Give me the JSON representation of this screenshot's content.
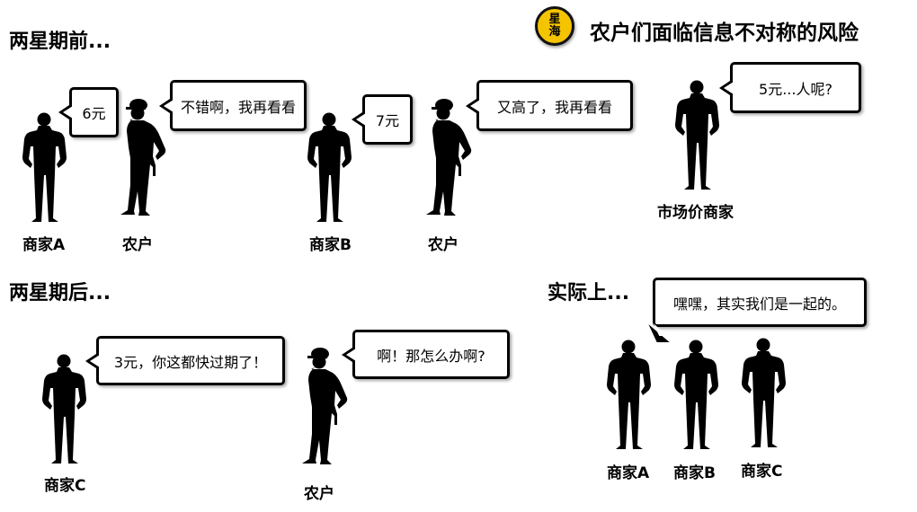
{
  "header": {
    "logo_text": "星海",
    "title": "农户们面临信息不对称的风险"
  },
  "sections": {
    "before": "两星期前...",
    "after": "两星期后...",
    "actually": "实际上..."
  },
  "labels": {
    "merchant_a": "商家A",
    "merchant_b": "商家B",
    "merchant_c": "商家C",
    "farmer": "农户",
    "market_merchant": "市场价商家"
  },
  "bubbles": {
    "a_price": "6元",
    "farmer_reply1": "不错啊，我再看看",
    "b_price": "7元",
    "farmer_reply2": "又高了，我再看看",
    "market": "5元...人呢?",
    "c_price": "3元，你这都快过期了！",
    "farmer_reply3": "啊！那怎么办啊?",
    "together": "嘿嘿，其实我们是一起的。"
  }
}
